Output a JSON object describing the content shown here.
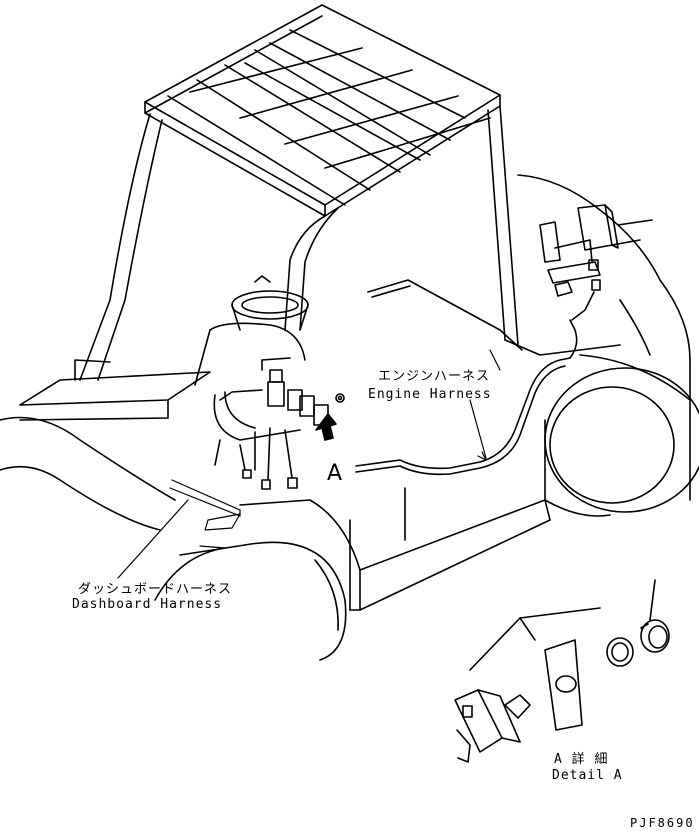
{
  "labels": {
    "engine_harness_jp": "エンジンハーネス",
    "engine_harness_en": "Engine Harness",
    "dashboard_harness_jp": "ダッシュボードハーネス",
    "dashboard_harness_en": "Dashboard Harness",
    "callout_a": "A",
    "detail_a_jp": "A 詳 細",
    "detail_a_en": "Detail A",
    "drawing_code": "PJF8690"
  },
  "colors": {
    "line": "#000000",
    "background": "#ffffff"
  }
}
